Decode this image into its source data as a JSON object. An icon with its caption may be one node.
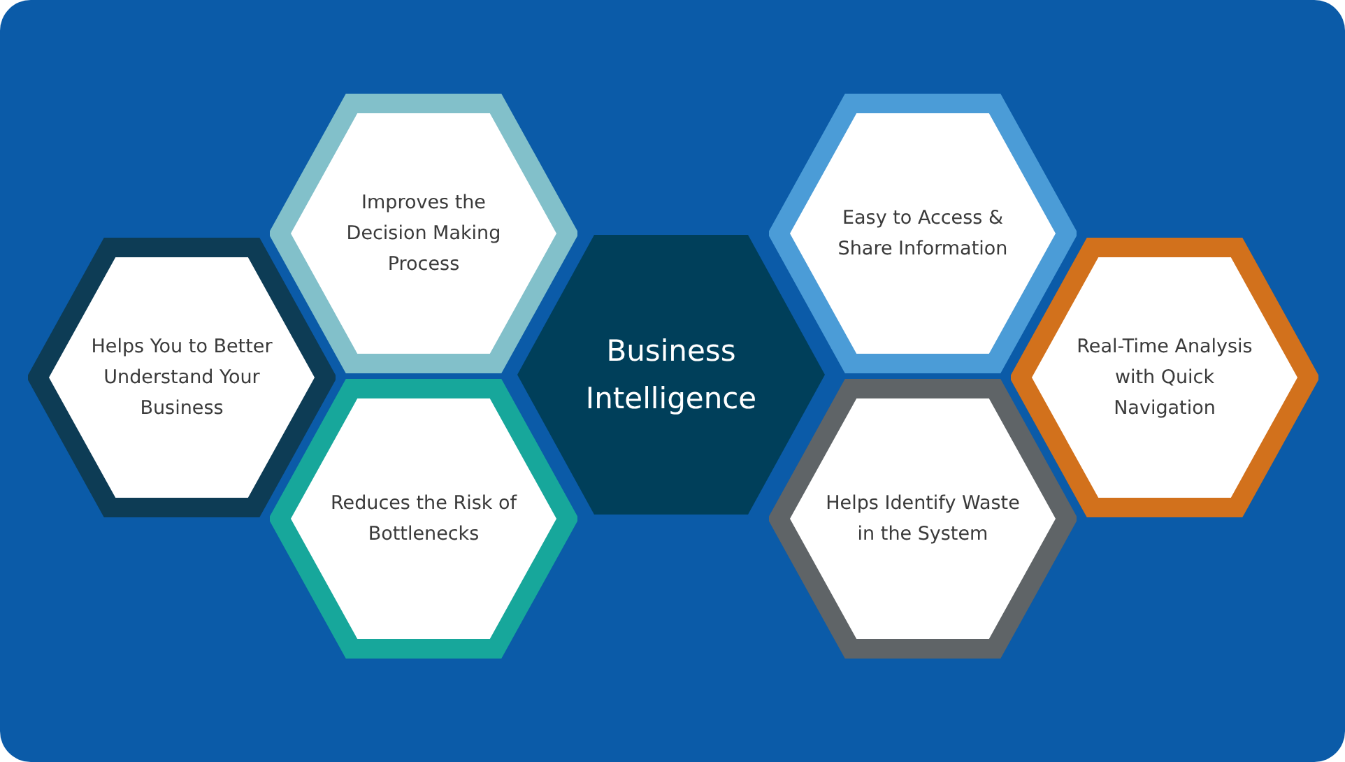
{
  "diagram": {
    "nodes": [
      {
        "text": [
          "Helps You to Better Understand Your Business"
        ]
      },
      {
        "text": [
          "Improves the Decision Making Process"
        ]
      },
      {
        "text": [
          "Reduces the Risk of Bottlenecks"
        ]
      },
      {
        "text": [
          "Business Intelligence"
        ]
      },
      {
        "text": [
          "Easy to Access & Share Information"
        ]
      },
      {
        "text": [
          "Helps Identify Waste in the System"
        ]
      },
      {
        "text": [
          "Real-Time Analysis with Quick Navigation"
        ]
      }
    ]
  }
}
